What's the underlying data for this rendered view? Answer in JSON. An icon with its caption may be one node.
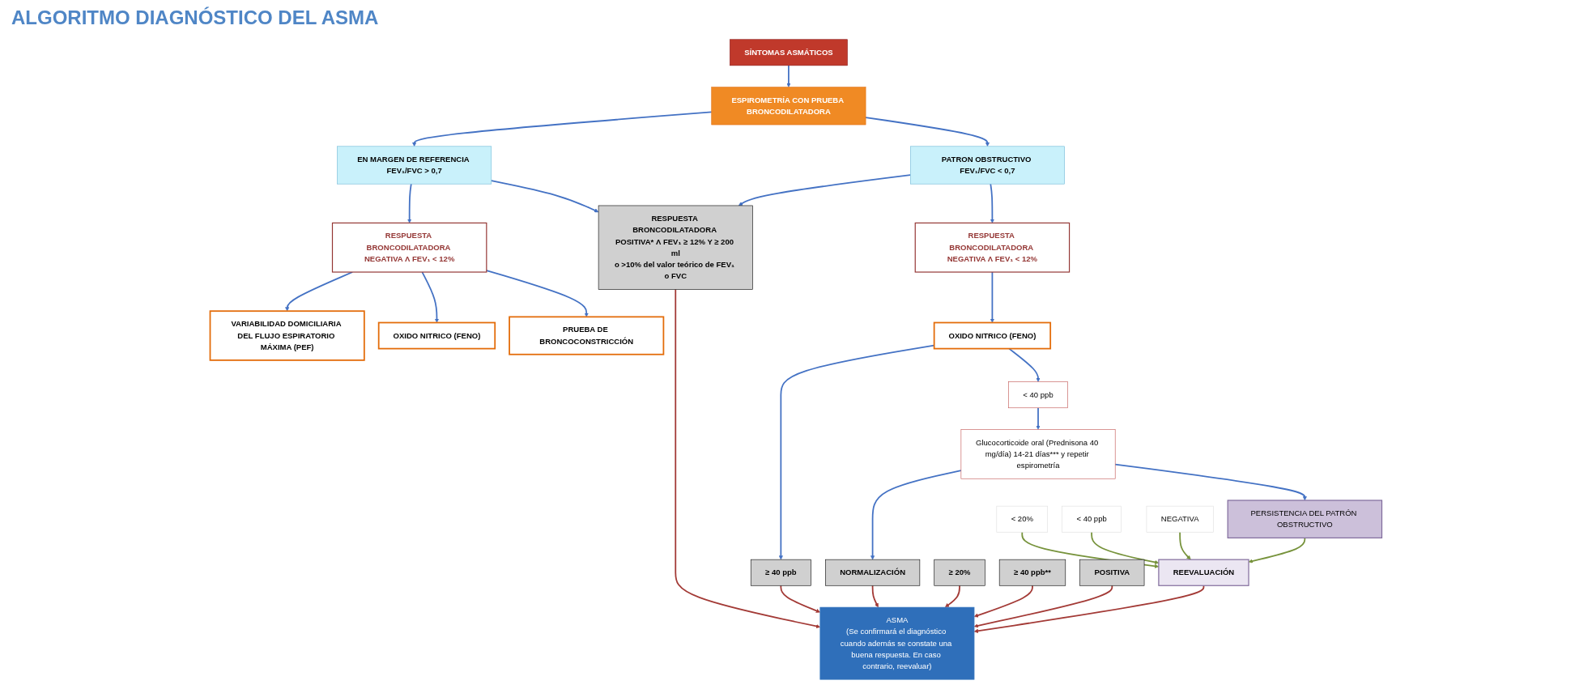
{
  "diagram": {
    "title": "ALGORITMO DIAGNÓSTICO DEL ASMA",
    "nodes": [
      {
        "text": [
          "SÍNTOMAS ASMÁTICOS"
        ]
      },
      {
        "text": [
          "ESPIROMETRÍA CON PRUEBA BRONCODILATADORA"
        ]
      },
      {
        "text": [
          "EN MARGEN DE REFERENCIA FEV₁/FVC > 0,7"
        ]
      },
      {
        "text": [
          "PATRON OBSTRUCTIVO FEV₁/FVC < 0,7"
        ]
      },
      {
        "text": [
          "RESPUESTA BRONCODILATADORA NEGATIVA Λ FEV₁ < 12%"
        ]
      },
      {
        "text": [
          "RESPUESTA BRONCODILATADORA POSITIVA* Λ FEV₁ ≥ 12% Y ≥ 200 ml",
          "o >10% del valor teórico de FEV₁ o FVC"
        ]
      },
      {
        "text": [
          "RESPUESTA BRONCODILATADORA NEGATIVA Λ FEV₁ < 12%"
        ]
      },
      {
        "text": [
          "VARIABILIDAD DOMICILIARIA DEL FLUJO ESPIRATORIO MÁXIMA (PEF)"
        ]
      },
      {
        "text": [
          "OXIDO NITRICO (FENO)"
        ]
      },
      {
        "text": [
          "PRUEBA DE BRONCOCONSTRICCIÓN"
        ]
      },
      {
        "text": [
          "OXIDO NITRICO (FENO)"
        ]
      },
      {
        "text": [
          "ASMA",
          "(Se confirmará el diagnóstico cuando además se constate una buena respuesta. En caso contrario, reevaluar)"
        ]
      },
      {
        "text": [
          "≥ 40 ppb"
        ]
      },
      {
        "text": [
          "< 40 ppb"
        ]
      },
      {
        "text": [
          "≥ 20%"
        ]
      },
      {
        "text": [
          "< 20%"
        ]
      },
      {
        "text": [
          "≥ 40 ppb**"
        ]
      },
      {
        "text": [
          "< 40 ppb"
        ]
      },
      {
        "text": [
          "POSITIVA"
        ]
      },
      {
        "text": [
          "NEGATIVA"
        ]
      },
      {
        "text": [
          "Glucocorticoide oral (Prednisona 40 mg/día) 14-21 días*** y repetir espirometría"
        ]
      },
      {
        "text": [
          "NORMALIZACIÓN"
        ]
      },
      {
        "text": [
          "PERSISTENCIA DEL PATRÓN OBSTRUCTIVO"
        ]
      },
      {
        "text": [
          "REEVALUACIÓN"
        ]
      }
    ],
    "edges": [
      {
        "from": 0,
        "to": 1,
        "arrow": "to"
      },
      {
        "from": 1,
        "to": 2,
        "arrow": "to"
      },
      {
        "from": 1,
        "to": 3,
        "arrow": "to"
      },
      {
        "from": 2,
        "to": 4,
        "arrow": "to"
      },
      {
        "from": 2,
        "to": 5,
        "arrow": "to"
      },
      {
        "from": 3,
        "to": 5,
        "arrow": "to"
      },
      {
        "from": 3,
        "to": 6,
        "arrow": "to"
      },
      {
        "from": 4,
        "to": 7,
        "arrow": "to"
      },
      {
        "from": 4,
        "to": 8,
        "arrow": "to"
      },
      {
        "from": 4,
        "to": 9,
        "arrow": "to"
      },
      {
        "from": 5,
        "to": 11,
        "arrow": "to",
        "color": "#a33a36"
      },
      {
        "from": 6,
        "to": 10,
        "arrow": "to"
      },
      {
        "from": 10,
        "to": 12,
        "arrow": "to"
      },
      {
        "from": 10,
        "to": 13,
        "arrow": "to"
      },
      {
        "from": 12,
        "to": 11,
        "arrow": "to",
        "color": "#a33a36"
      },
      {
        "from": 13,
        "to": 20,
        "arrow": "to"
      },
      {
        "from": 20,
        "to": 21,
        "arrow": "to"
      },
      {
        "from": 20,
        "to": 22,
        "arrow": "to"
      },
      {
        "from": 21,
        "to": 11,
        "arrow": "to",
        "color": "#a33a36"
      },
      {
        "from": 14,
        "to": 11,
        "arrow": "to",
        "color": "#a33a36"
      },
      {
        "from": 16,
        "to": 11,
        "arrow": "to",
        "color": "#a33a36"
      },
      {
        "from": 18,
        "to": 11,
        "arrow": "to",
        "color": "#a33a36"
      },
      {
        "from": 15,
        "to": 23,
        "arrow": "to",
        "color": "#77933c"
      },
      {
        "from": 17,
        "to": 23,
        "arrow": "to",
        "color": "#77933c"
      },
      {
        "from": 19,
        "to": 23,
        "arrow": "to",
        "color": "#77933c"
      },
      {
        "from": 22,
        "to": 23,
        "arrow": "to",
        "color": "#77933c"
      },
      {
        "from": 23,
        "to": 11,
        "arrow": "to",
        "color": "#a33a36"
      }
    ]
  }
}
